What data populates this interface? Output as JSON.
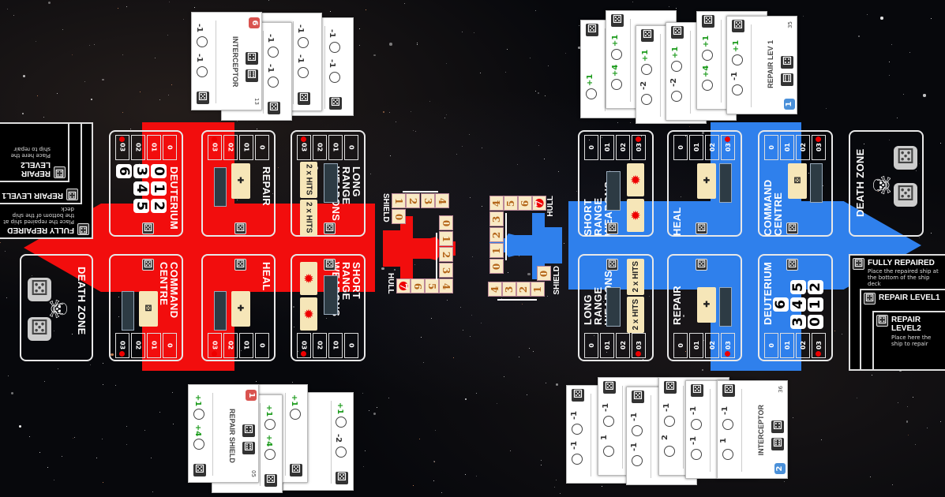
{
  "red_board": {
    "color": "#f20d0d",
    "panels": [
      {
        "title": "DEUTERIUM",
        "track": [
          "0",
          "01",
          "02",
          "03"
        ],
        "values": [
          "0",
          "1",
          "2",
          "3",
          "4",
          "5",
          "6"
        ]
      },
      {
        "title": "REPAIR",
        "track": [
          "0",
          "01",
          "02",
          "03"
        ]
      },
      {
        "title": "LONG RANGE WEAPONS",
        "track": [
          "0",
          "01",
          "02",
          "03"
        ],
        "hits": [
          "2 x HITS",
          "2 x HITS"
        ]
      },
      {
        "title": "COMMAND CENTRE",
        "track": [
          "0",
          "01",
          "02",
          "03"
        ]
      },
      {
        "title": "HEAL",
        "track": [
          "0",
          "01",
          "02",
          "03"
        ]
      },
      {
        "title": "SHORT RANGE WEAPONS",
        "track": [
          "0",
          "01",
          "02",
          "03"
        ]
      },
      {
        "title": "DEATH ZONE"
      }
    ],
    "repair_levels": [
      {
        "title": "FULLY REPAIRED",
        "note": "Place the repaired ship at the bottom of the ship deck"
      },
      {
        "title": "REPAIR LEVEL1",
        "note": ""
      },
      {
        "title": "REPAIR LEVEL2",
        "note": "Place here the ship to repair"
      }
    ]
  },
  "blue_board": {
    "color": "#2f80ec",
    "panels": [
      {
        "title": "DEUTERIUM",
        "track": [
          "0",
          "01",
          "02",
          "03"
        ],
        "values": [
          "0",
          "1",
          "2",
          "3",
          "4",
          "5",
          "6"
        ]
      },
      {
        "title": "REPAIR",
        "track": [
          "0",
          "01",
          "02",
          "03"
        ]
      },
      {
        "title": "LONG RANGE WEAPONS",
        "track": [
          "0",
          "01",
          "02",
          "03"
        ],
        "hits": [
          "2 x HITS",
          "2 x HITS"
        ]
      },
      {
        "title": "COMMAND CENTRE",
        "track": [
          "0",
          "01",
          "02",
          "03"
        ]
      },
      {
        "title": "HEAL",
        "track": [
          "0",
          "01",
          "02",
          "03"
        ]
      },
      {
        "title": "SHORT RANGE WEAPONS",
        "track": [
          "0",
          "01",
          "02",
          "03"
        ]
      },
      {
        "title": "DEATH ZONE"
      }
    ],
    "repair_levels": [
      {
        "title": "FULLY REPAIRED",
        "note": "Place the repaired ship at the bottom of the ship deck"
      },
      {
        "title": "REPAIR LEVEL1",
        "note": ""
      },
      {
        "title": "REPAIR LEVEL2",
        "note": "Place here the ship to repair"
      }
    ]
  },
  "trackers": {
    "red": {
      "shield_label": "SHIELD",
      "shield": [
        "0",
        "1",
        "2",
        "3",
        "4"
      ],
      "hull_label": "HULL",
      "hull": [
        "0",
        "1",
        "2",
        "3",
        "4",
        "5",
        "6",
        "7"
      ]
    },
    "blue": {
      "shield_label": "SHIELD",
      "shield": [
        "0",
        "1",
        "2",
        "3",
        "4"
      ],
      "hull_label": "HULL",
      "hull": [
        "0",
        "1",
        "2",
        "3",
        "4",
        "5",
        "6",
        "7"
      ]
    }
  },
  "card_fans": {
    "top_left": [
      {
        "title": "",
        "stats": [
          "-1",
          "-1"
        ]
      },
      {
        "title": "",
        "stats": [
          "-1",
          "-1"
        ]
      },
      {
        "title": "",
        "stats": [
          "-1",
          "-1"
        ]
      },
      {
        "title": "INTERCEPTOR",
        "number": "13",
        "badge": "6",
        "stats": [
          "-1",
          "-1"
        ]
      }
    ],
    "top_right": [
      {
        "title": "",
        "stats": [
          "+1"
        ]
      },
      {
        "title": "",
        "stats": [
          "+4",
          "+1"
        ]
      },
      {
        "title": "",
        "stats": [
          "-2",
          "+1"
        ]
      },
      {
        "title": "",
        "stats": [
          "-2",
          "+1"
        ]
      },
      {
        "title": "",
        "stats": [
          "+4",
          "+1"
        ]
      },
      {
        "title": "REPAIR LEV 1",
        "number": "35",
        "badge": "1",
        "stats": [
          "-1",
          "+1"
        ]
      }
    ],
    "bottom_left": [
      {
        "title": "",
        "stats": [
          "+1",
          "-2"
        ]
      },
      {
        "title": "",
        "stats": [
          "+1"
        ]
      },
      {
        "title": "",
        "stats": [
          "+1",
          "+4"
        ]
      },
      {
        "title": "REPAIR SHIELD",
        "number": "05",
        "badge": "1",
        "stats": [
          "+1",
          "+4"
        ]
      }
    ],
    "bottom_right": [
      {
        "title": "",
        "stats": [
          "-1",
          "-1"
        ]
      },
      {
        "title": "",
        "stats": [
          "1",
          "-1"
        ]
      },
      {
        "title": "",
        "stats": [
          "-1",
          "-1"
        ]
      },
      {
        "title": "",
        "stats": [
          "2",
          "-1"
        ]
      },
      {
        "title": "",
        "stats": [
          "-1",
          "-1"
        ]
      },
      {
        "title": "INTERCEPTOR",
        "number": "36",
        "badge": "2",
        "stats": [
          "1",
          "-1"
        ]
      }
    ]
  },
  "colors": {
    "stat_positive": "#1a9a1a",
    "red_badge": "#d9534f",
    "blue_badge": "#4a90d9",
    "cream": "#f6e6b8"
  }
}
